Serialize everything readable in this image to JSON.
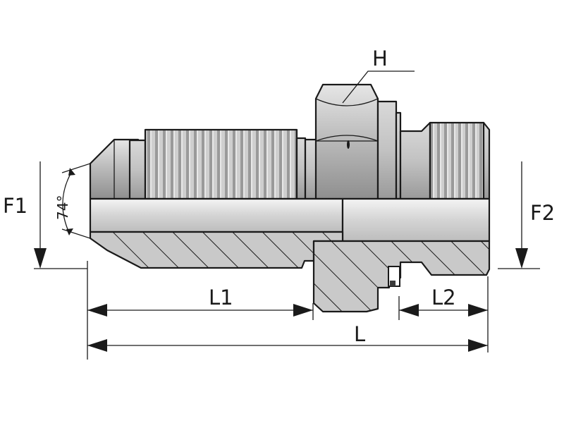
{
  "diagram": {
    "labels": {
      "h": "H",
      "f1": "F1",
      "f2": "F2",
      "angle": "74°",
      "l1": "L1",
      "l2": "L2",
      "l": "L"
    },
    "colors": {
      "metal_light": "#d8d8d8",
      "metal_mid": "#c4c4c4",
      "metal_dark": "#9c9c9c",
      "section_fill": "#c9c9c9",
      "line": "#1a1a1a"
    }
  }
}
